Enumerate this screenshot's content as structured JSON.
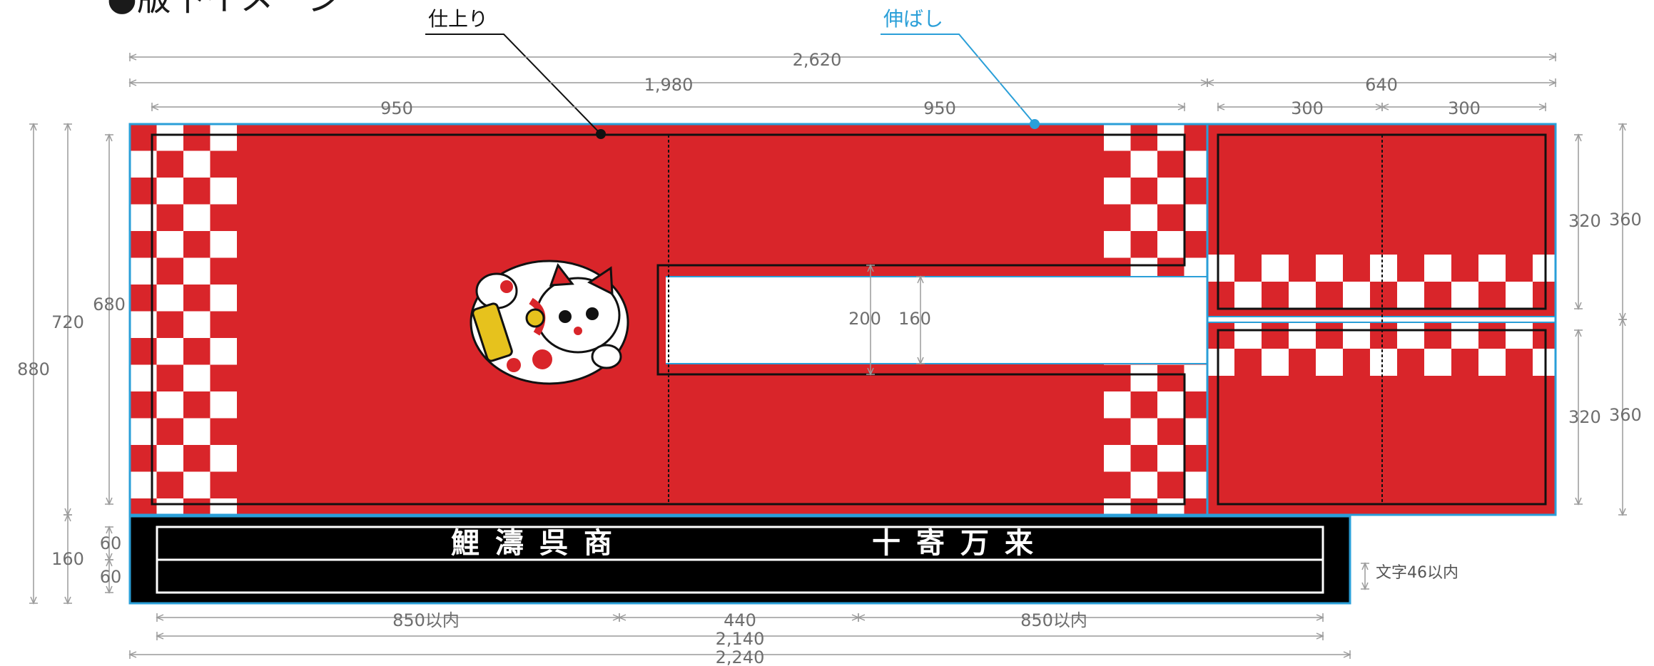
{
  "heading": "●版下イメージ",
  "labels": {
    "finish": "仕上り",
    "bleed": "伸ばし"
  },
  "dimensions": {
    "total_width": "2,620",
    "main_width": "1,980",
    "side_width": "640",
    "left_half": "950",
    "right_half": "950",
    "side_col_1": "300",
    "side_col_2": "300",
    "total_height": "880",
    "outer_height": "720",
    "inner_height": "680",
    "band_height": "160",
    "band_row_1": "60",
    "band_row_2": "60",
    "slot_outer": "200",
    "slot_inner": "160",
    "side_upper_inner": "320",
    "side_upper_outer": "360",
    "side_lower_inner": "320",
    "side_lower_outer": "360",
    "band_left_text": "850以内",
    "band_gap": "440",
    "band_right_text": "850以内",
    "band_inner_width": "2,140",
    "band_outer_width": "2,240",
    "char_note": "文字46以内"
  },
  "band": {
    "left_text": "鯉濤呉商",
    "right_text": "十寄万来"
  },
  "colors": {
    "red": "#d9252a",
    "white": "#ffffff",
    "black": "#000000",
    "bleed_line": "#2a9fd8",
    "dim_line": "#9a9a9a",
    "text": "#6e6e6e"
  },
  "icons": {
    "mascot": "maneki-neko-icon"
  }
}
